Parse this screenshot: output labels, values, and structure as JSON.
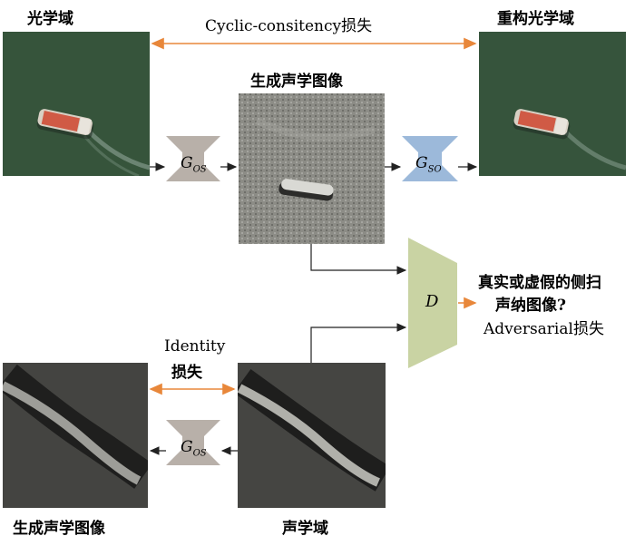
{
  "labels": {
    "optical_domain": "光学域",
    "reconstructed_optical_domain": "重构光学域",
    "cyclic_loss": "Cyclic-consitency损失",
    "generated_sonar_top": "生成声学图像",
    "generator_os_top": {
      "main": "G",
      "sub": "OS"
    },
    "generator_so": {
      "main": "G",
      "sub": "SO"
    },
    "discriminator": "D",
    "disc_output_line1": "真实或虚假的侧扫",
    "disc_output_line2": "声纳图像?",
    "disc_output_line3": "Adversarial损失",
    "identity_line1": "Identity",
    "identity_line2": "损失",
    "generator_os_bottom": {
      "main": "G",
      "sub": "OS"
    },
    "generated_sonar_bottom": "生成声学图像",
    "sonar_domain": "声学域"
  },
  "colors": {
    "orange_arrow": "#e8873a",
    "generator_gray": "#b8b0a9",
    "generator_blue": "#9cb9da",
    "discriminator_green": "#c9d3a3",
    "ocean_green": "#3b5a40",
    "sonar_gray": "#8a8a85"
  }
}
